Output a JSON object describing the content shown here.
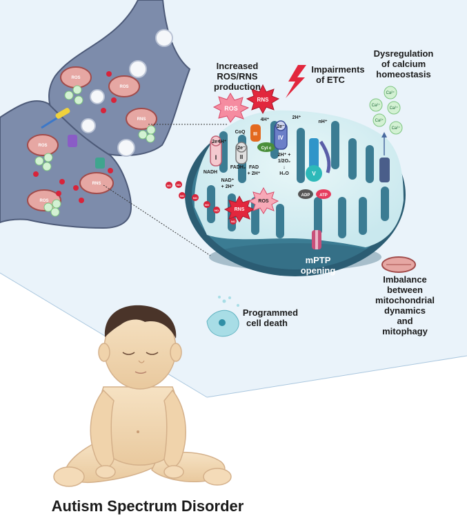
{
  "title": "Autism Spectrum Disorder",
  "labels": {
    "ros_rns_production": [
      "Increased",
      "ROS/RNS",
      "production"
    ],
    "etc_impairments": [
      "Impairments",
      "of ETC"
    ],
    "calcium": [
      "Dysregulation",
      "of calcium",
      "homeostasis"
    ],
    "mptp": [
      "mPTP",
      "opening"
    ],
    "cell_death": [
      "Programmed",
      "cell death"
    ],
    "dynamics": [
      "Imbalance",
      "between",
      "mitochondrial",
      "dynamics",
      "and",
      "mitophagy"
    ]
  },
  "badges": {
    "ros": "ROS",
    "rns": "RNS",
    "no": "NO",
    "ca": "Ca²⁺"
  },
  "etc": {
    "complex_1": "I",
    "complex_2": "II",
    "complex_3": "III",
    "complex_4": "IV",
    "complex_5": "V",
    "e1": "2e⁻",
    "e2": "2e⁻",
    "e3": "2e⁻",
    "coq": "CoQ",
    "cytc": "Cyt c",
    "h1": "4H⁺",
    "h2": "4H⁺",
    "h3": "2H⁺",
    "nh": "nH⁺",
    "nadh": "NADH",
    "nad": [
      "NAD⁺",
      "+ 2H⁺"
    ],
    "fadh": "FADH₂",
    "fad": [
      "FAD",
      "+ 2H⁺"
    ],
    "o2": [
      "2H⁺ +",
      "1/2O₂"
    ],
    "arrow": "↓",
    "h2o": "H₂O",
    "adp": "ADP",
    "atp": "ATP"
  },
  "colors": {
    "neuron": "#7d8cab",
    "neuron_stroke": "#4d5a78",
    "background_panel": "#eaf3fa",
    "matrix": "#dcf0f3",
    "outer_membrane": "#2c5d73",
    "ros_badge": "#f06b86",
    "rns_badge": "#d8243a",
    "ca_badge": "#d3f1d3",
    "skin": "#f2d9b4",
    "hair": "#4a3429"
  }
}
